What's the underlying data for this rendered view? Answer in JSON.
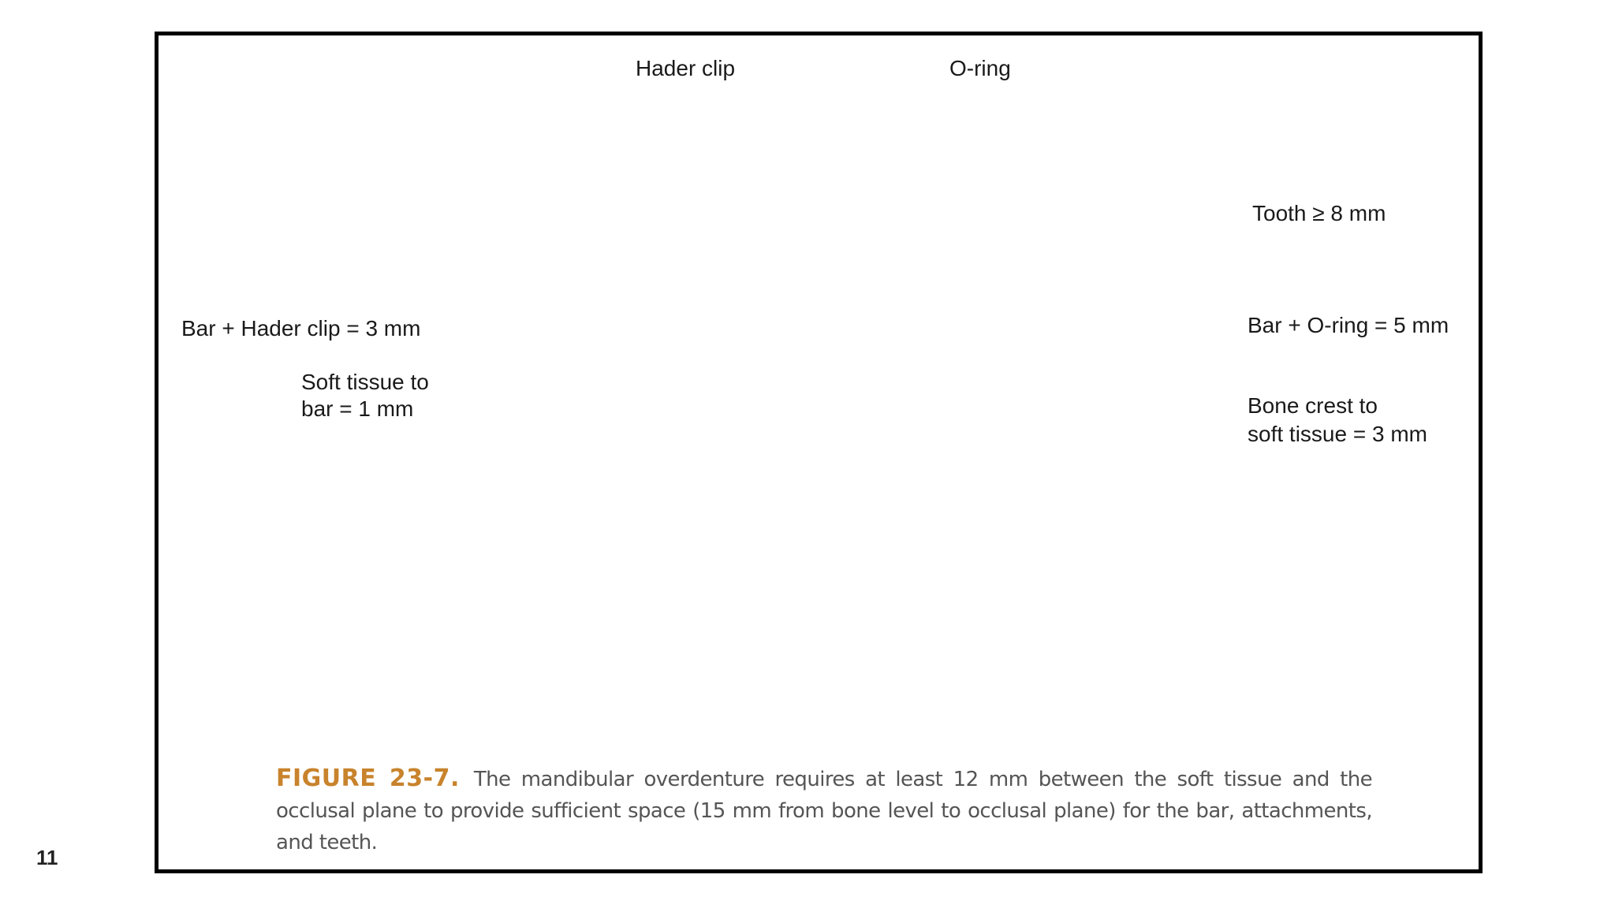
{
  "slide": {
    "number": "11"
  },
  "labels": {
    "hader_clip": "Hader clip",
    "o_ring": "O-ring",
    "tooth_height": "Tooth ≥ 8 mm",
    "bar_hader": "Bar + Hader clip = 3 mm",
    "bar_oring": "Bar + O-ring = 5 mm",
    "soft_tissue_line1": "Soft tissue to",
    "soft_tissue_line2": "bar = 1 mm",
    "bone_crest_line1": "Bone crest to",
    "bone_crest_line2": "soft tissue = 3 mm"
  },
  "caption": {
    "label": "FIGURE 23-7.",
    "text": "The mandibular overdenture requires at least 12 mm between the soft tissue and the occlusal plane to provide sufficient space (15 mm from bone level to occlusal plane) for the bar, attachments, and teeth."
  },
  "colors": {
    "bone": "#e8e5a0",
    "soft_tissue": "#f2b2b2",
    "gum": "#e88a95",
    "tooth": "#ece9d2",
    "bar": "#8a8a80",
    "implant": "#c87880",
    "hader_clip": "#f4a21a",
    "o_ring": "#b9b9d8",
    "caption_label": "#c8832c"
  }
}
